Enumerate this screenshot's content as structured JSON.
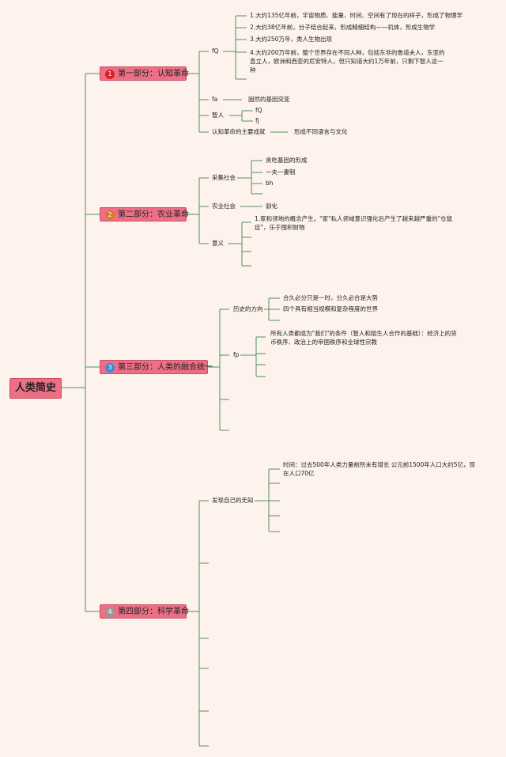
{
  "title": "人类简史",
  "sections": [
    {
      "label": "第一部分：认知革命",
      "badge": "1",
      "badge_color": "#d62424"
    },
    {
      "label": "第二部分：农业革命",
      "badge": "2",
      "badge_color": "#e0752a"
    },
    {
      "label": "第三部分：人类的融合统一",
      "badge": "3",
      "badge_color": "#3b8ad9"
    },
    {
      "label": "第四部分：科学革命",
      "badge": "4",
      "badge_color": "#999999"
    }
  ],
  "part1": {
    "fq_label": "fQ",
    "items": [
      "1.大约135亿年前，宇宙物质、能量、时间、空间有了现在的样子，形成了物理学",
      "2.大约38亿年前，分子结合起来，形成精细结构——机体，形成生物学",
      "3.大约250万年，类人生物出现",
      "4.大约200万年前，整个世界存在不同人种，包括东非的鲁道夫人，东亚的直立人，欧洲和西亚的尼安特人，但只知道大约1万年前，只剩下智人这一种"
    ],
    "fa_label": "fa",
    "fa_text": "固然的基因突变",
    "zhiren_label": "智人",
    "zhiren_sub1": "fQ",
    "zhiren_sub2": "fj",
    "result_label": "认知革命的主要成就",
    "result_text": "形成不同语言与文化"
  },
  "part2": {
    "gather_label": "采集社会",
    "gather_items": [
      "贪吃基因的形成",
      "一夫一妻制",
      "bh"
    ],
    "farm_label": "农业社会",
    "farm_text": "驯化",
    "meaning_label": "意义",
    "meaning_text": "1.家和领地的概念产生。\"家\"私人领域意识强化后产生了越来越严重的\"仓鼠症\"，乐于囤积财物"
  },
  "part3": {
    "direction_label": "历史的方向",
    "direction_items": [
      "合久必分只是一时，分久必合是大势",
      "四个具有相当规模和复杂程度的世界"
    ],
    "fp_label": "fp",
    "fp_text": "所有人类都成为\"我们\"的条件（智人和陌生人合作的基础）：经济上的货币秩序、政治上的帝国秩序和全球性宗教"
  },
  "part4": {
    "ignorance_label": "发现自己的无知",
    "time_text": "时间：过去500年人类力量前所未有增长 公元前1500年人口大约5亿，现在人口70亿"
  }
}
